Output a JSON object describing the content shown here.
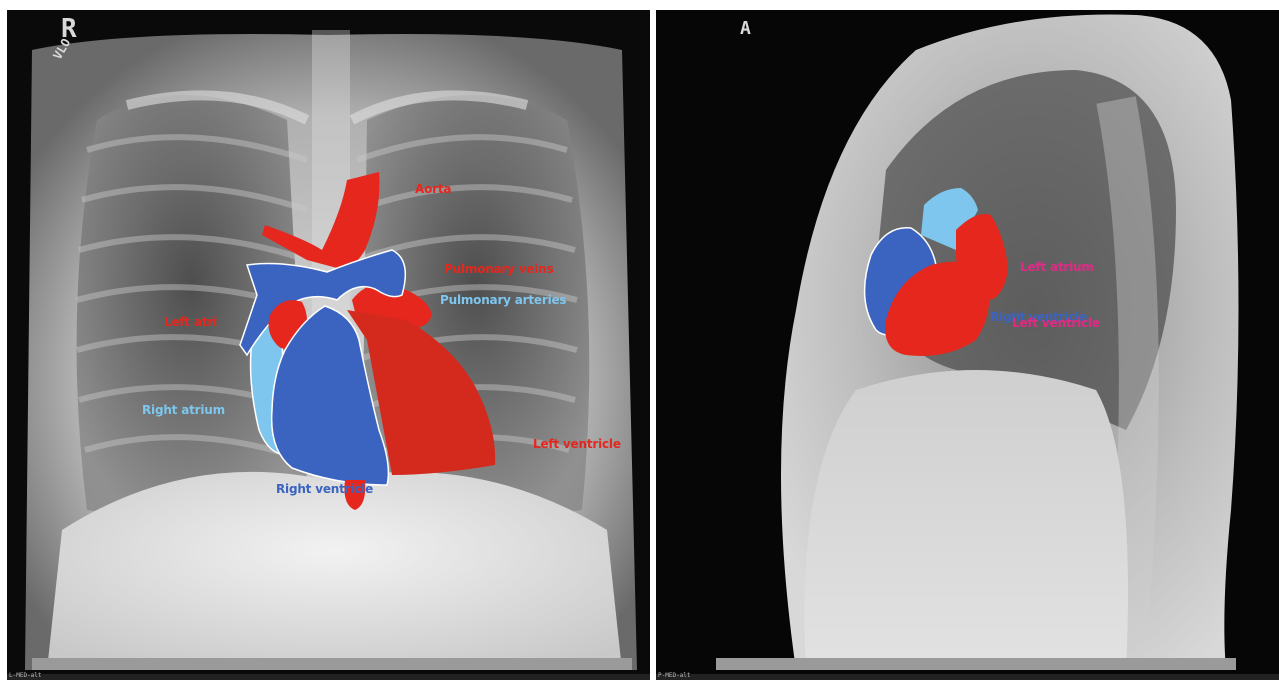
{
  "colors": {
    "oxygenated": "#e5271d",
    "deoxygenated": "#3b64c0",
    "light_blue": "#7ec6ee",
    "label_red": "#e5271d",
    "label_light_blue": "#7ec6ee",
    "label_blue": "#3b64c0",
    "label_pink": "#e02a86"
  },
  "frontal": {
    "marker_letter": "R",
    "marker_sub": "VLO",
    "footer_text": "L-MED-alt",
    "labels": {
      "aorta": "Aorta",
      "pulmonary_veins": "Pulmonary veins",
      "pulmonary_arteries": "Pulmonary arteries",
      "left_atrium": "Left atri",
      "right_atrium": "Right atrium",
      "left_ventricle": "Left ventricle",
      "right_ventricle": "Right ventricle"
    }
  },
  "lateral": {
    "marker": "A",
    "footer_text": "P-MED-alt",
    "labels": {
      "left_atrium": "Left atrium",
      "right_ventricle": "Right ventricle",
      "left_ventricle": "Left ventricle"
    }
  }
}
